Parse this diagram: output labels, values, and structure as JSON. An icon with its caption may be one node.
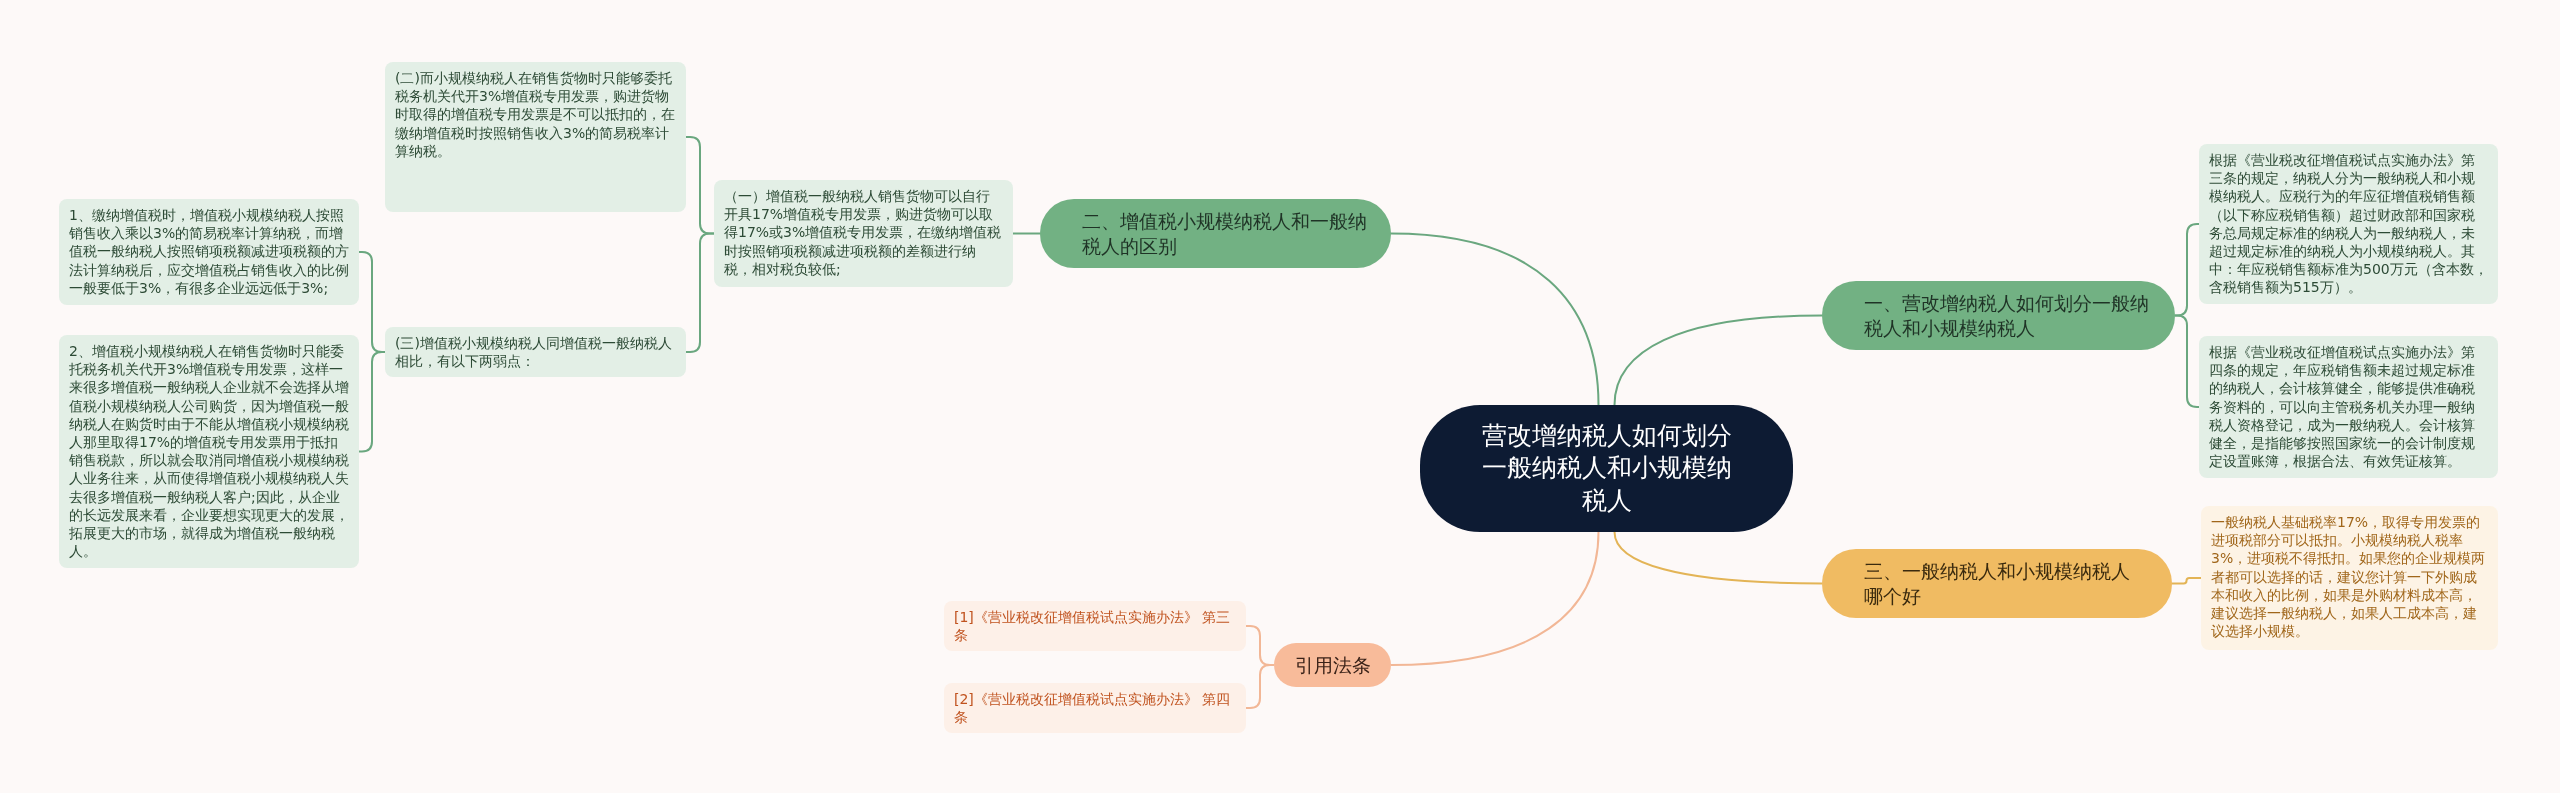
{
  "diagram": {
    "nodes": [
      {
        "text": [
          "营改增纳税人如何划分一般纳税人和小规模纳税人"
        ]
      },
      {
        "text": [
          "一、营改增纳税人如何划分一般纳税人和小规模纳税人"
        ]
      },
      {
        "text": [
          "根据《营业税改征增值税试点实施办法》第三条的规定，纳税人分为一般纳税人和小规模纳税人。应税行为的年应征增值税销售额（以下称应税销售额）超过财政部和国家税务总局规定标准的纳税人为一般纳税人，未超过规定标准的纳税人为小规模纳税人。其中：年应税销售额标准为500万元（含本数，含税销售额为515万）。"
        ]
      },
      {
        "text": [
          "根据《营业税改征增值税试点实施办法》第四条的规定，年应税销售额未超过规定标准的纳税人，会计核算健全，能够提供准确税务资料的，可以向主管税务机关办理一般纳税人资格登记，成为一般纳税人。会计核算健全，是指能够按照国家统一的会计制度规定设置账簿，根据合法、有效凭证核算。"
        ]
      },
      {
        "text": [
          "二、增值税小规模纳税人和一般纳税人的区别"
        ]
      },
      {
        "text": [
          "（一）增值税一般纳税人销售货物可以自行开具17%增值税专用发票，购进货物可以取得17%或3%增值税专用发票，在缴纳增值税时按照销项税额减进项税额的差额进行纳税，相对税负较低;"
        ]
      },
      {
        "text": [
          "(二)而小规模纳税人在销售货物时只能够委托税务机关代开3%增值税专用发票，购进货物时取得的增值税专用发票是不可以抵扣的，在缴纳增值税时按照销售收入3%的简易税率计算纳税。"
        ]
      },
      {
        "text": [
          "(三)增值税小规模纳税人同增值税一般纳税人相比，有以下两弱点："
        ]
      },
      {
        "text": [
          "1、缴纳增值税时，增值税小规模纳税人按照销售收入乘以3%的简易税率计算纳税，而增值税一般纳税人按照销项税额减进项税额的方法计算纳税后，应交增值税占销售收入的比例一般要低于3%，有很多企业远远低于3%;"
        ]
      },
      {
        "text": [
          "2、增值税小规模纳税人在销售货物时只能委托税务机关代开3%增值税专用发票，这样一来很多增值税一般纳税人企业就不会选择从增值税小规模纳税人公司购货，因为增值税一般纳税人在购货时由于不能从增值税小规模纳税人那里取得17%的增值税专用发票用于抵扣销售税款，所以就会取消同增值税小规模纳税人业务往来，从而使得增值税小规模纳税人失去很多增值税一般纳税人客户;因此，从企业的长远发展来看，企业要想实现更大的发展，拓展更大的市场，就得成为增值税一般纳税人。"
        ]
      },
      {
        "text": [
          "三、一般纳税人和小规模纳税人哪个好"
        ]
      },
      {
        "text": [
          "一般纳税人基础税率17%，取得专用发票的进项税部分可以抵扣。小规模纳税人税率3%，进项税不得抵扣。如果您的企业规模两者都可以选择的话，建议您计算一下外购成本和收入的比例，如果是外购材料成本高，建议选择一般纳税人，如果人工成本高，建议选择小规模。"
        ]
      },
      {
        "text": [
          "引用法条"
        ]
      },
      {
        "text": [
          "[1]《营业税改征增值税试点实施办法》 第三条"
        ]
      },
      {
        "text": [
          "[2]《营业税改征增值税试点实施办法》 第四条"
        ]
      }
    ],
    "edges": [
      {
        "from": 0,
        "to": 1,
        "arrow": "none"
      },
      {
        "from": 1,
        "to": 2,
        "arrow": "none"
      },
      {
        "from": 1,
        "to": 3,
        "arrow": "none"
      },
      {
        "from": 0,
        "to": 4,
        "arrow": "none"
      },
      {
        "from": 4,
        "to": 5,
        "arrow": "none"
      },
      {
        "from": 5,
        "to": 6,
        "arrow": "none"
      },
      {
        "from": 5,
        "to": 7,
        "arrow": "none"
      },
      {
        "from": 7,
        "to": 8,
        "arrow": "none"
      },
      {
        "from": 7,
        "to": 9,
        "arrow": "none"
      },
      {
        "from": 0,
        "to": 10,
        "arrow": "none",
        "color": "#e3b456"
      },
      {
        "from": 10,
        "to": 11,
        "arrow": "none",
        "color": "#e3b456"
      },
      {
        "from": 0,
        "to": 12,
        "arrow": "none",
        "color": "#f2b796"
      },
      {
        "from": 12,
        "to": 13,
        "arrow": "none",
        "color": "#f2b796"
      },
      {
        "from": 12,
        "to": 14,
        "arrow": "none",
        "color": "#f2b796"
      }
    ]
  }
}
